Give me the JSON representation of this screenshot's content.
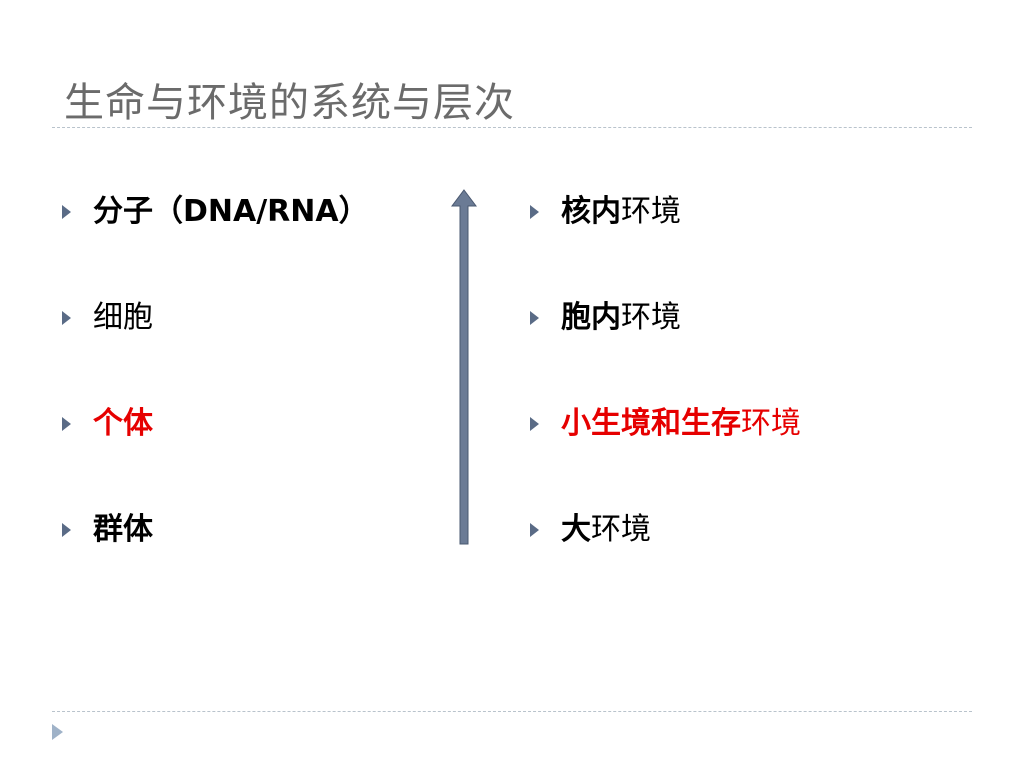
{
  "slide": {
    "title": "生命与环境的系统与层次"
  },
  "left": {
    "items": [
      {
        "text": "分子（DNA/RNA）",
        "color": "#000000"
      },
      {
        "text": "细胞",
        "color": "#000000"
      },
      {
        "text": "个体",
        "color": "#e60000"
      },
      {
        "text": "群体",
        "color": "#000000"
      }
    ]
  },
  "right": {
    "items": [
      {
        "emph": "核内",
        "rest": "环境",
        "color": "#000000"
      },
      {
        "emph": "胞内",
        "rest": "环境",
        "color": "#000000"
      },
      {
        "emph": "小生境和生存",
        "rest": "环境",
        "color": "#e60000"
      },
      {
        "emph": "大",
        "rest": "环境",
        "color": "#000000"
      }
    ]
  },
  "arrow": {
    "color": "#6b7b95",
    "icon": "up-arrow-icon"
  },
  "nav": {
    "icon": "play-triangle-icon",
    "color": "#9fb2c8"
  }
}
